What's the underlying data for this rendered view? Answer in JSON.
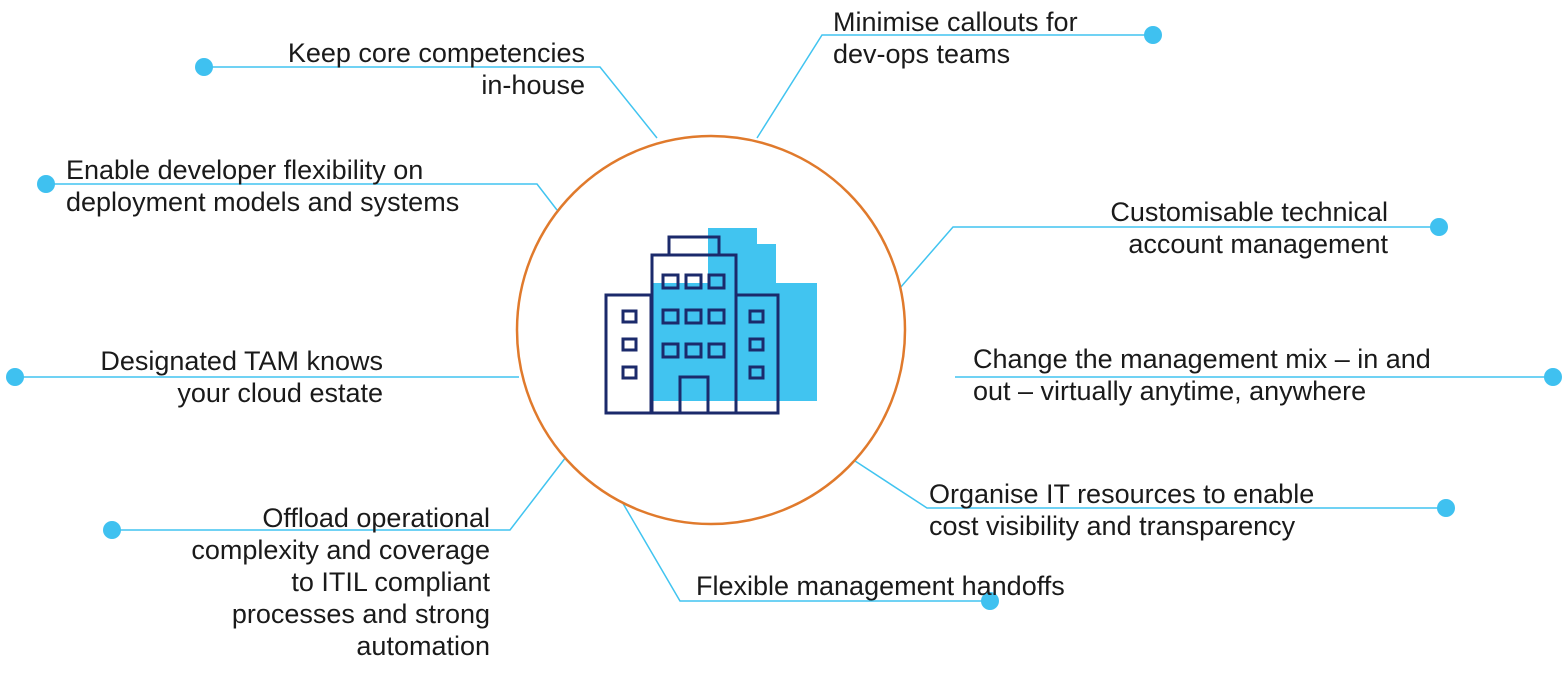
{
  "colors": {
    "line": "#41c4f0",
    "dot": "#3fc1f0",
    "circle": "#e07a2c",
    "building_fill": "#41c4f0",
    "building_outline": "#1b2a6b"
  },
  "center_icon": "office-building-icon",
  "labels": {
    "keep_core": [
      "Keep core competencies",
      "in-house"
    ],
    "minimise_callouts": [
      "Minimise callouts for",
      "dev-ops teams"
    ],
    "enable_dev": [
      "Enable developer flexibility on",
      "deployment models and systems"
    ],
    "customisable_tam": [
      "Customisable technical",
      "account management"
    ],
    "designated_tam": [
      "Designated TAM knows",
      "your cloud estate"
    ],
    "change_mix": [
      "Change the management mix – in and",
      "out – virtually anytime, anywhere"
    ],
    "offload": [
      "Offload operational",
      "complexity and coverage",
      "to ITIL compliant",
      "processes and strong",
      "automation"
    ],
    "organise_it": [
      "Organise IT resources to enable",
      "cost visibility and transparency"
    ],
    "flexible_handoffs": [
      "Flexible management handoffs"
    ]
  }
}
